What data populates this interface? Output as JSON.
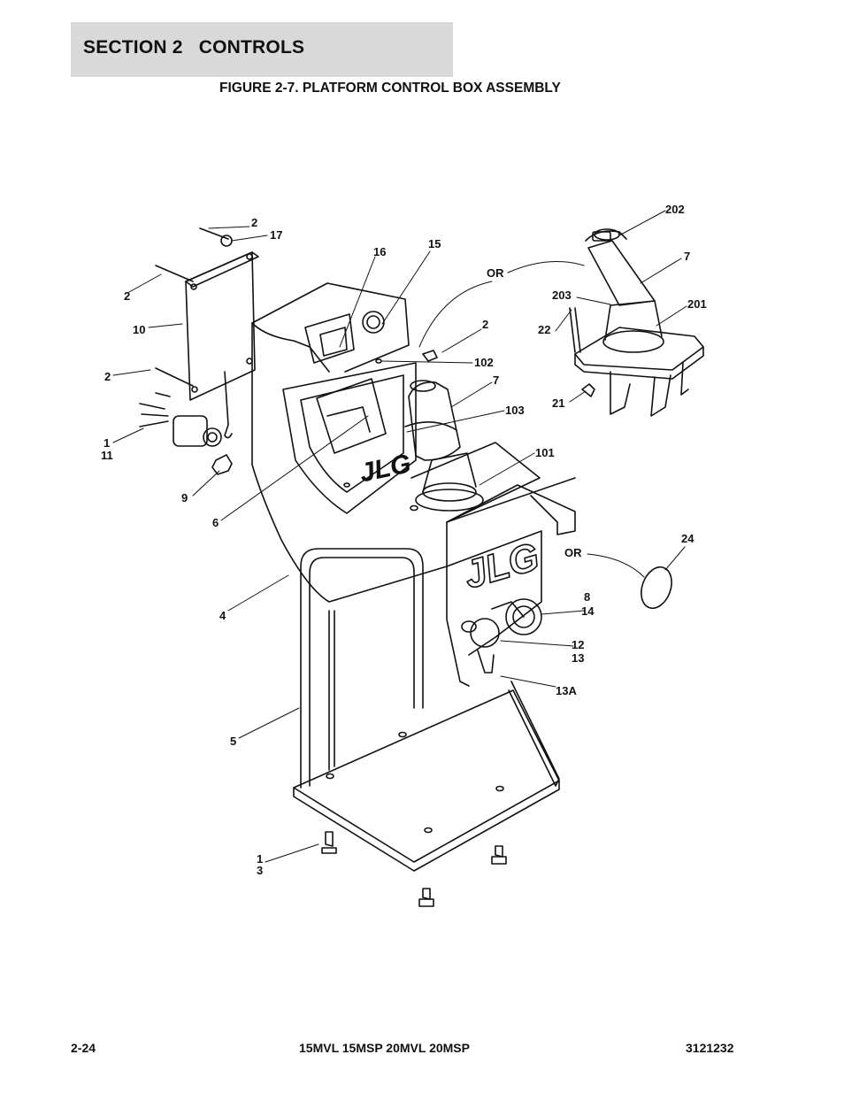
{
  "header": {
    "section_title": "SECTION 2   CONTROLS",
    "figure_title": "FIGURE 2-7. PLATFORM CONTROL BOX ASSEMBLY"
  },
  "callouts": {
    "c202": "202",
    "c7a": "7",
    "c201": "201",
    "c203": "203",
    "c22": "22",
    "c21": "21",
    "c2a": "2",
    "c17": "17",
    "c16": "16",
    "c15": "15",
    "or1": "OR",
    "c2b": "2",
    "c10": "10",
    "c2c": "2",
    "c102": "102",
    "c2d": "2",
    "c7b": "7",
    "c103": "103",
    "c1a": "1",
    "c11": "11",
    "c101": "101",
    "c9": "9",
    "c6": "6",
    "c24": "24",
    "or2": "OR",
    "c4": "4",
    "c8": "8",
    "c14": "14",
    "c12": "12",
    "c13": "13",
    "c13a": "13A",
    "c5": "5",
    "c1b": "1",
    "c3": "3"
  },
  "diagram_text": {
    "logo_upper": "JLG",
    "logo_lower": "JLG"
  },
  "footer": {
    "page_number": "2-24",
    "models": "15MVL 15MSP 20MVL 20MSP",
    "doc_number": "3121232"
  }
}
